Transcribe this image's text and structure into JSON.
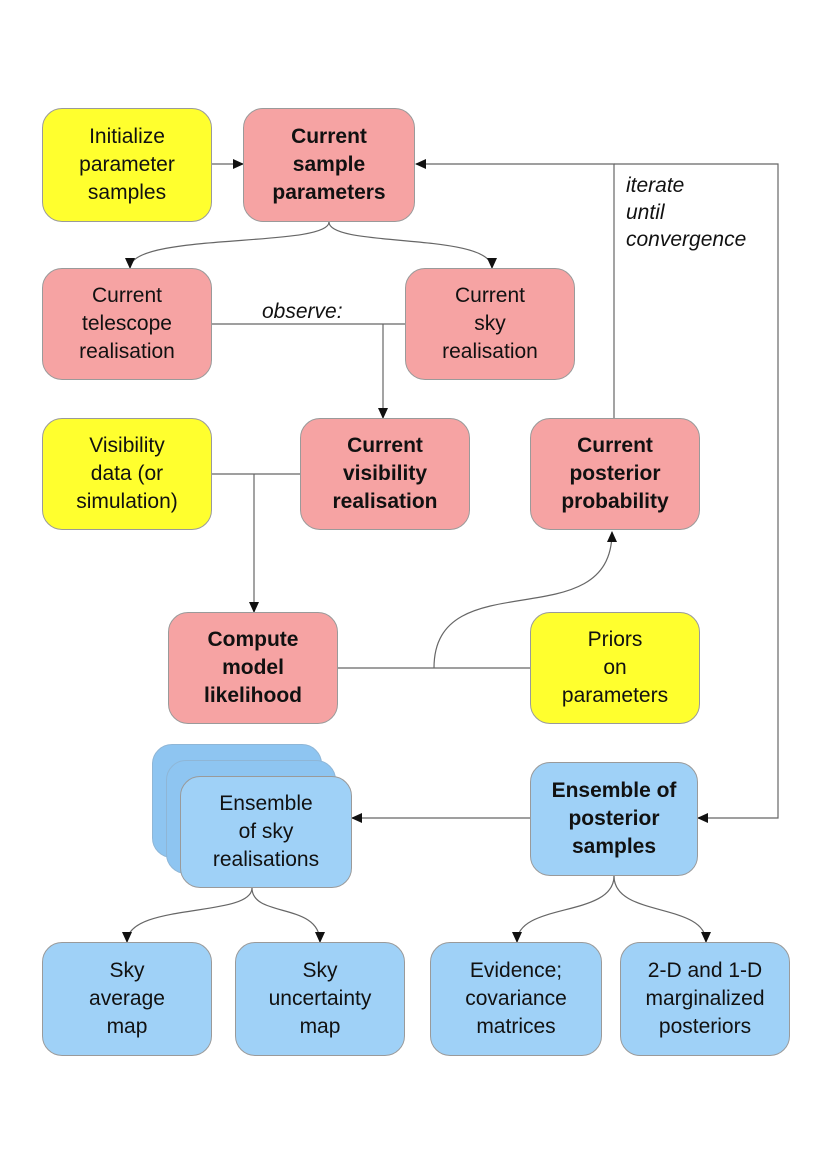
{
  "nodes": {
    "init": "Initialize\nparameter\nsamples",
    "current_sample": "Current\nsample\nparameters",
    "telescope": "Current\ntelescope\nrealisation",
    "sky": "Current\nsky\nrealisation",
    "vis_data": "Visibility\ndata (or\nsimulation)",
    "vis_real": "Current\nvisibility\nrealisation",
    "posterior_prob": "Current\nposterior\nprobability",
    "likelihood": "Compute\nmodel\nlikelihood",
    "priors": "Priors\non\nparameters",
    "sky_ensemble": "Ensemble\nof sky\nrealisations",
    "post_samples": "Ensemble of\nposterior\nsamples",
    "sky_avg": "Sky\naverage\nmap",
    "sky_unc": "Sky\nuncertainty\nmap",
    "evidence": "Evidence;\ncovariance\nmatrices",
    "marginal": "2-D and 1-D\nmarginalized\nposteriors"
  },
  "labels": {
    "observe": "observe:",
    "iterate": "iterate\nuntil\nconvergence"
  },
  "colors": {
    "yellow": "#ffff2e",
    "pink": "#f6a3a3",
    "blue": "#9fd1f7",
    "line": "#555555"
  }
}
